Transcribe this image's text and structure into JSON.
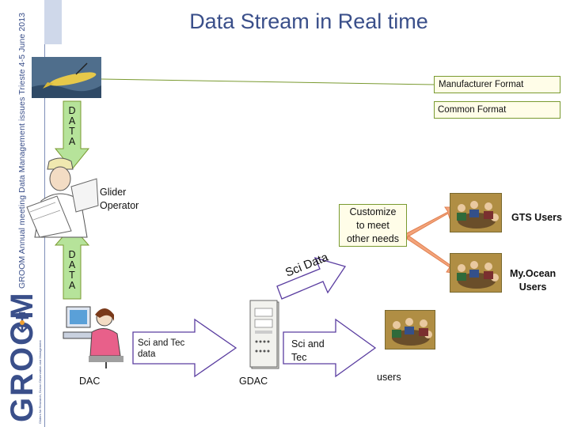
{
  "slide": {
    "title": "Data Stream in Real time",
    "side_text": "GROOM Annual meeting   Data Management   issues   Trieste 4-5 June 2013",
    "logo": {
      "text": "GROOM",
      "subtext": "Gliders for Research, Ocean Observation and Management",
      "icon": "glider-logo-icon"
    }
  },
  "diagram": {
    "manufacturer_box": "Manufacturer    Format",
    "common_box": "Common Format",
    "data_label_top": [
      "D",
      "A",
      "T",
      "A"
    ],
    "data_label_bottom": [
      "D",
      "A",
      "T",
      "A"
    ],
    "glider_operator": [
      "Glider",
      "Operator"
    ],
    "customize": [
      "Customize",
      "to meet",
      "other needs"
    ],
    "gts_users": "GTS Users",
    "myocean_users": [
      "My.Ocean",
      "Users"
    ],
    "sci_data_arrow": "Sci Data",
    "sci_tec_data_arrow": [
      "Sci and Tec",
      "data"
    ],
    "sci_tec_arrow": [
      "Sci and",
      "Tec"
    ],
    "dac": "DAC",
    "gdac": "GDAC",
    "users": "users"
  },
  "colors": {
    "title": "#3a4f8a",
    "box_border": "#7a9a30",
    "box_fill": "#fffde8",
    "arrow_green_fill": "#b6e39a",
    "arrow_green_stroke": "#7a9a30",
    "arrow_orange": "#f3a37a",
    "arrow_purple": "#5a3da0"
  }
}
